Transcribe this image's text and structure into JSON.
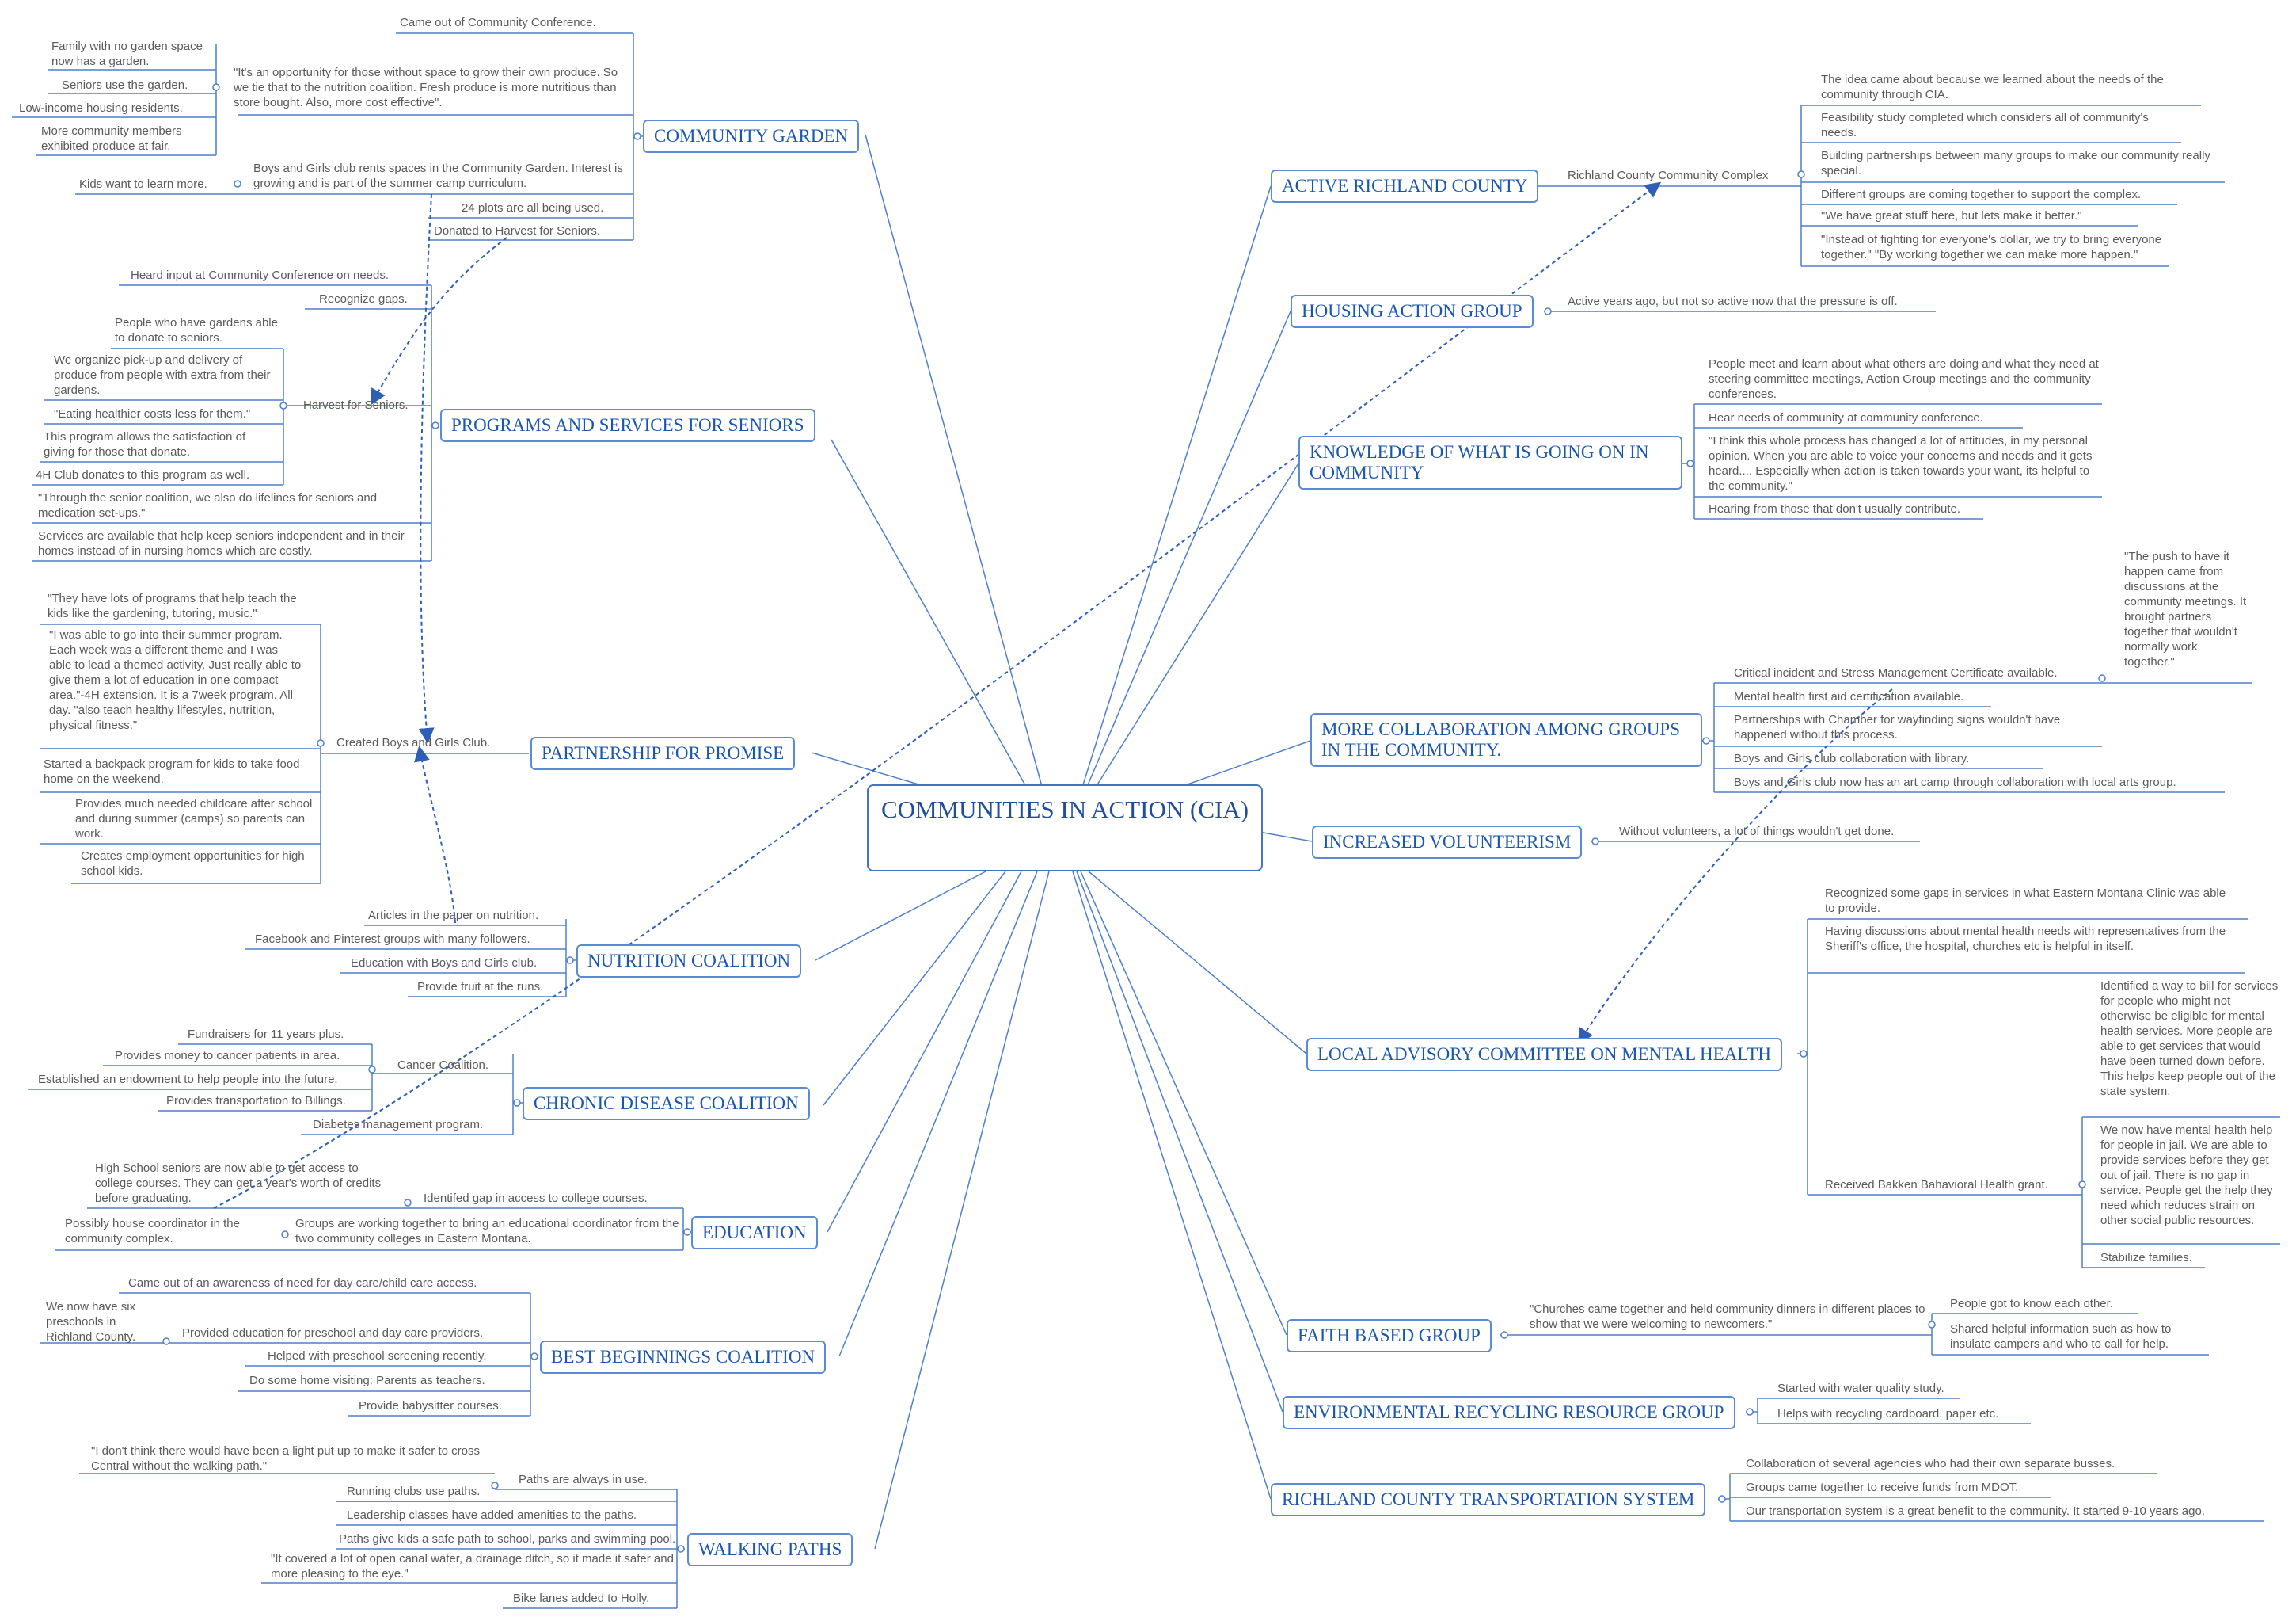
{
  "center": {
    "title": "COMMUNITIES IN ACTION (CIA)"
  },
  "topics": {
    "community_garden": "COMMUNITY GARDEN",
    "programs_seniors": "PROGRAMS AND SERVICES FOR SENIORS",
    "partnership_promise": "PARTNERSHIP FOR PROMISE",
    "nutrition": "NUTRITION COALITION",
    "chronic": "CHRONIC DISEASE COALITION",
    "education": "EDUCATION",
    "best_beginnings": "BEST BEGINNINGS COALITION",
    "walking": "WALKING PATHS",
    "active_richland": "ACTIVE RICHLAND COUNTY",
    "housing": "HOUSING ACTION GROUP",
    "knowledge": "KNOWLEDGE OF WHAT IS GOING ON IN COMMUNITY",
    "collaboration": "MORE COLLABORATION AMONG GROUPS IN THE COMMUNITY.",
    "volunteerism": "INCREASED VOLUNTEERISM",
    "mental_health": "LOCAL ADVISORY COMMITTEE ON MENTAL HEALTH",
    "faith": "FAITH BASED GROUP",
    "recycling": "ENVIRONMENTAL RECYCLING RESOURCE GROUP",
    "transport": "RICHLAND COUNTY TRANSPORTATION SYSTEM"
  },
  "garden": {
    "conference": "Came out of Community Conference.",
    "opportunity": "\"It's an opportunity for those without space to grow their own produce.  So we tie that to the nutrition coalition.  Fresh produce is more nutritious than store bought.  Also, more cost effective\".",
    "family": "Family with no garden space now has a garden.",
    "seniors_use": "Seniors use the garden.",
    "low_income": "Low-income housing residents.",
    "members_fair": "More community members exhibited produce at fair.",
    "boys_girls": "Boys and Girls club rents spaces in the Community Garden.  Interest is growing and is part of the summer camp curriculum.",
    "kids_learn": "Kids want to learn more.",
    "plots": "24 plots are all being used.",
    "donated": "Donated to Harvest for Seniors."
  },
  "seniors": {
    "heard_input": "Heard input at Community Conference on needs.",
    "recognize_gaps": "Recognize gaps.",
    "harvest": "Harvest for Seniors.",
    "gardens_donate": "People who have gardens able to donate to seniors.",
    "pickup": "We organize pick-up and delivery of produce from people with extra from their gardens.",
    "eating": "\"Eating healthier costs less for them.\"",
    "satisfaction": "This program allows the satisfaction of giving for those that donate.",
    "fourh": "4H Club donates to this program as well.",
    "lifelines": "\"Through the senior coalition, we also do lifelines for seniors and medication set-ups.\"",
    "services": "Services are available that help keep seniors independent and in their homes instead of in nursing homes which are costly."
  },
  "promise": {
    "lots_programs": "\"They have lots of programs that help teach the kids like the gardening, tutoring, music.\"",
    "summer_program": "\"I was able to go into their summer program. Each week was a different theme and I was able to lead a themed activity.  Just really able to give them a lot of education in one compact area.\"-4H extension.  It is a 7week program. All day. \"also teach healthy lifestyles, nutrition, physical fitness.\"",
    "created": "Created Boys and Girls Club.",
    "backpack": "Started a backpack program for kids to take food home on the weekend.",
    "childcare": "Provides much needed childcare after school and during summer (camps) so parents can work.",
    "employment": "Creates employment opportunities for high school kids."
  },
  "nutrition": {
    "articles": "Articles in the paper on nutrition.",
    "facebook": "Facebook and Pinterest groups with many followers.",
    "education_bg": "Education with Boys and Girls club.",
    "fruit": "Provide fruit at the runs."
  },
  "chronic": {
    "fundraisers": "Fundraisers for 11 years plus.",
    "cancer_money": "Provides money to cancer patients in area.",
    "cancer_coalition": "Cancer Coalition.",
    "endowment": "Established an endowment to help people into the future.",
    "transport_billings": "Provides transportation to Billings.",
    "diabetes": "Diabetes management program."
  },
  "education": {
    "seniors_access": "High School seniors are now able to get access to college courses.  They can get a year's worth of credits before graduating.",
    "gap": "Identifed gap in access to college courses.",
    "coordinator": "Possibly house coordinator in the community complex.",
    "groups_working": "Groups are working together to bring an educational coordinator from the two community colleges in Eastern Montana."
  },
  "beginnings": {
    "awareness": "Came out of an awareness of need for day care/child care access.",
    "six_preschools": "We now have six preschools in Richland County.",
    "provided_education": "Provided education for preschool and day care providers.",
    "screening": "Helped with preschool screening recently.",
    "home_visiting": "Do some home visiting:  Parents as teachers.",
    "babysitter": "Provide babysitter courses."
  },
  "walking": {
    "light": "\"I don't think there would have been a light put up to make it safer to cross Central without the walking path.\"",
    "always_use": "Paths are always in use.",
    "running": "Running clubs use paths.",
    "leadership": "Leadership classes have added amenities to the paths.",
    "safe_path": "Paths give kids a safe path to school, parks and swimming pool.",
    "canal": "\"It covered a lot of open canal water, a drainage ditch, so it made it safer and more pleasing to the eye.\"",
    "bike": "Bike lanes added to Holly."
  },
  "active": {
    "complex": "Richland County Community Complex",
    "idea": "The idea came about because we learned about the needs of the community through CIA.",
    "feasibility": "Feasibility study completed which considers all of community's needs.",
    "partnerships": "Building partnerships between many groups to make our community really special.",
    "groups_coming": "Different groups are coming together to support the complex.",
    "great_stuff": "\"We have great stuff here, but lets make it better.\"",
    "instead": "\"Instead of fighting for everyone's dollar, we try to bring everyone together.\" \"By working together we can make more happen.\""
  },
  "housing": {
    "active_years": "Active years ago, but not so active now that the pressure is off."
  },
  "knowledge": {
    "people_meet": "People meet and learn about what others are doing and what they need at steering committee meetings,  Action Group meetings and the community conferences.",
    "hear_needs": "Hear needs of community at community conference.",
    "changed": "\"I think this whole process has changed a lot of attitudes, in my personal opinion.  When you are able to voice your concerns and needs and it gets heard....  Especially when action is taken towards your want, its helpful to the community.\"",
    "hearing": "Hearing from those that don't usually contribute."
  },
  "collab": {
    "push": "\"The push to have it happen came from discussions at the community meetings.  It brought partners together that wouldn't normally work together.\"",
    "critical": "Critical incident and Stress Management Certificate available.",
    "first_aid": "Mental health first aid certification available.",
    "chamber": "Partnerships with Chamber for wayfinding signs wouldn't have happened without this process.",
    "library": "Boys and Girls club collaboration with library.",
    "art_camp": "Boys and Girls club now has an art camp through collaboration with local arts group."
  },
  "volunteer": {
    "without": "Without volunteers, a lot of things wouldn't get done."
  },
  "mental": {
    "recognized": "Recognized some gaps in services in what Eastern Montana Clinic was able to provide.",
    "discussions": "Having discussions about mental health needs with representatives from the Sheriff's office, the hospital, churches  etc is helpful in itself.",
    "bill": "Identified a way to bill for services for people who might not otherwise be eligible for mental health services.  More people are able to get services that would have been turned down before.  This helps keep people out of the state system.",
    "bakken": "Received Bakken Bahavioral Health grant.",
    "jail": "We now have mental health help for people in jail.  We are able to provide services before they get out of jail.  There is no gap in service.  People get the help they need which reduces strain on other social public resources.",
    "stabilize": "Stabilize families."
  },
  "faith": {
    "churches": "\"Churches came together and held community dinners in different places to show that we were welcoming to newcomers.\"",
    "got_know": "People got to know each other.",
    "shared": "Shared helpful information such as how to insulate campers and who to call for help."
  },
  "recycle": {
    "water": "Started with water quality study.",
    "cardboard": "Helps with recycling cardboard, paper etc."
  },
  "transport": {
    "collab": "Collaboration of several agencies who had their own separate busses.",
    "mdot": "Groups came together to receive funds from MDOT.",
    "benefit": "Our transportation system is a great benefit to the community.  It started 9-10 years ago."
  },
  "colors": {
    "line": "#4f7fcb",
    "topic_text": "#1a56b0",
    "leaf_text": "#5a5a5a",
    "arrow": "#2f5fb5"
  }
}
